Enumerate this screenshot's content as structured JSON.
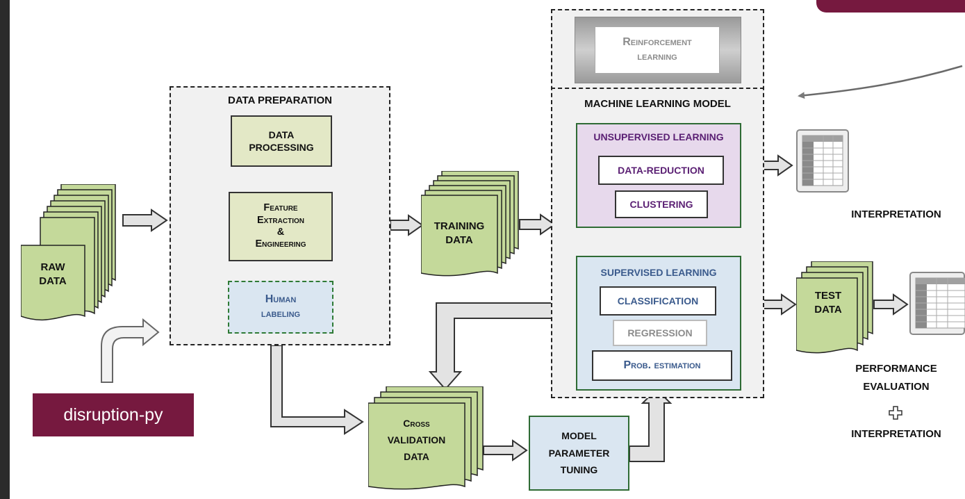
{
  "badge": {
    "label": "disruption-py"
  },
  "diagram": {
    "raw_data": [
      "RAW",
      "DATA"
    ],
    "data_preparation": {
      "title": "DATA PREPARATION",
      "data_processing": [
        "DATA",
        "PROCESSING"
      ],
      "feature": [
        "Feature",
        "Extraction",
        "&",
        "Engineering"
      ],
      "human_labeling": [
        "Human",
        "labeling"
      ]
    },
    "training_data": [
      "TRAINING",
      "DATA"
    ],
    "reinforcement": [
      "Reinforcement",
      "learning"
    ],
    "ml_model": {
      "title": "MACHINE LEARNING MODEL",
      "unsupervised": {
        "title": "UNSUPERVISED LEARNING",
        "items": [
          "DATA-REDUCTION",
          "CLUSTERING"
        ]
      },
      "supervised": {
        "title": "SUPERVISED LEARNING",
        "classification": "CLASSIFICATION",
        "regression": "REGRESSION",
        "prob": "Prob. estimation"
      }
    },
    "interpretation": "INTERPRETATION",
    "test_data": [
      "TEST",
      "DATA"
    ],
    "performance": [
      "PERFORMANCE",
      "EVALUATION",
      "INTERPRETATION"
    ],
    "cross_validation": [
      "Cross",
      "VALIDATION",
      "DATA"
    ],
    "model_tuning": [
      "MODEL",
      "PARAMETER",
      "TUNING"
    ]
  },
  "colors": {
    "badge": "#76193f",
    "green_doc": "#c4d99a",
    "box_fill": "#e3e8c6",
    "purple_fill": "#e7d9ec",
    "blue_fill": "#dae6f1",
    "purple_text": "#5a1f73",
    "blue_text": "#3a5a8c"
  }
}
